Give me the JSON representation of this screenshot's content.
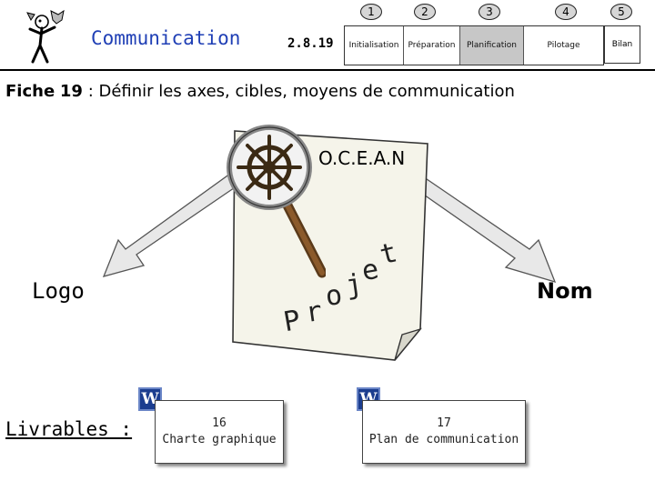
{
  "header": {
    "title": "Communication",
    "fiche_number": "2.8.19",
    "phases": [
      {
        "badge": "1",
        "label": "Initialisation"
      },
      {
        "badge": "2",
        "label": "Préparation"
      },
      {
        "badge": "3",
        "label": "Planification"
      },
      {
        "badge": "4",
        "label": "Pilotage"
      },
      {
        "badge": "5",
        "label": "Bilan"
      }
    ],
    "active_phase": "Planification"
  },
  "fiche": {
    "prefix": "Fiche",
    "number": "19",
    "title": ": Définir les axes, cibles, moyens de communication"
  },
  "diagram": {
    "center_label": "O.C.E.A.N",
    "projet_letters": [
      "P",
      "r",
      "o",
      "j",
      "e",
      "t"
    ],
    "left_label": "Logo",
    "right_label": "Nom"
  },
  "livrables": {
    "label": "Livrables :",
    "items": [
      {
        "number": "16",
        "title": "Charte graphique",
        "icon": "word-document-icon"
      },
      {
        "number": "17",
        "title": "Plan de communication",
        "icon": "word-document-icon"
      }
    ]
  },
  "colors": {
    "title": "#1f3fb5",
    "arrow_fill": "#e8e8e8",
    "note_fill": "#f5f4ea"
  }
}
